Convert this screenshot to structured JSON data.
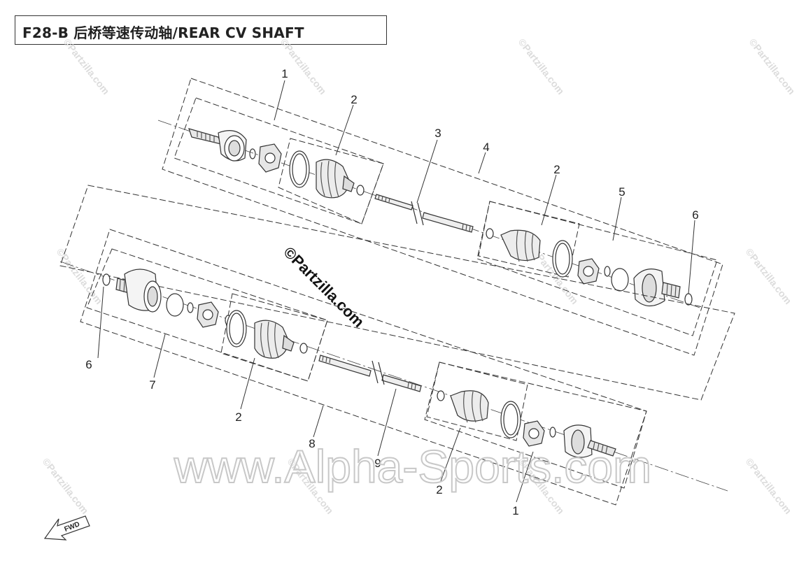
{
  "header": {
    "title": "F28-B 后桥等速传动轴/REAR CV SHAFT"
  },
  "callouts": {
    "c1a": "1",
    "c2a": "2",
    "c3": "3",
    "c4": "4",
    "c2b": "2",
    "c5": "5",
    "c6a": "6",
    "c6b": "6",
    "c7": "7",
    "c2c": "2",
    "c8": "8",
    "c9": "9",
    "c2d": "2",
    "c1b": "1"
  },
  "watermarks": {
    "partzilla": "©Partzilla.com",
    "alpha": "www.Alpha-Sports.com"
  },
  "fwd_label": "FWD",
  "colors": {
    "line": "#333333",
    "watermark": "#d9d9d9",
    "background": "#ffffff"
  }
}
